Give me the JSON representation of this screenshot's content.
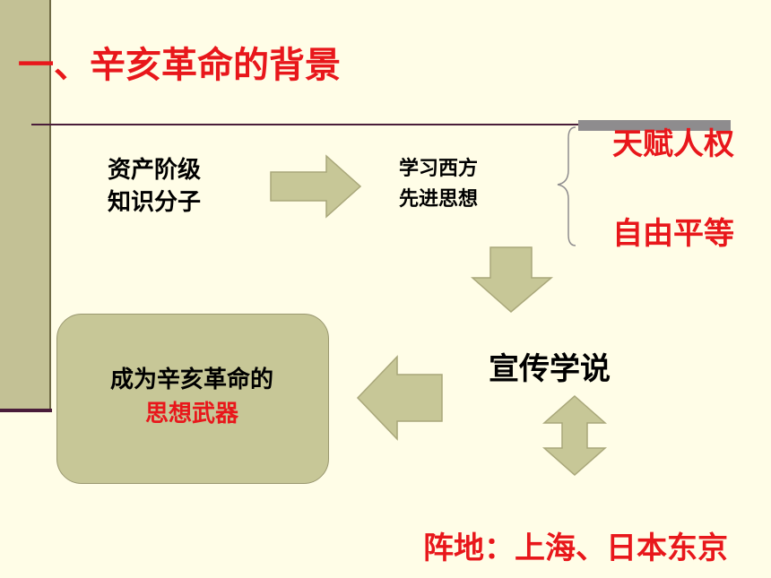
{
  "title": "一、辛亥革命的背景",
  "source": {
    "line1": "资产阶级",
    "line2": "知识分子"
  },
  "learn": {
    "line1": "学习西方",
    "line2": "先进思想"
  },
  "ideas": [
    "天赋人权",
    "自由平等"
  ],
  "promote": "宣传学说",
  "result": {
    "line1": "成为辛亥革命的",
    "line2": "思想武器"
  },
  "base": "阵地：上海、日本东京",
  "colors": {
    "accent_red": "#e8171b",
    "arrow_fill": "#c7c797",
    "background": "#fffde7"
  }
}
